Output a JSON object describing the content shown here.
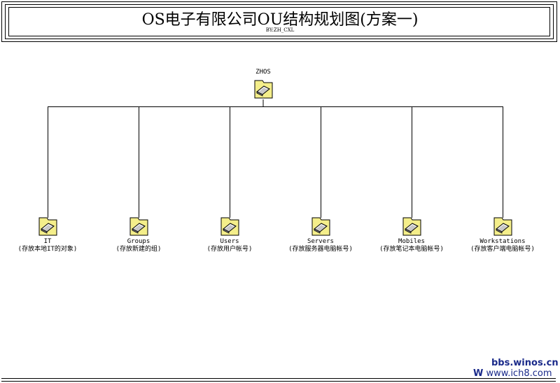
{
  "header": {
    "title": "OS电子有限公司OU结构规划图(方案一)",
    "byline": "BY:ZH_CXL"
  },
  "root": {
    "name": "ZHOS"
  },
  "children": [
    {
      "name": "IT",
      "desc": "(存放本地IT的对象)"
    },
    {
      "name": "Groups",
      "desc": "(存放新建的组)"
    },
    {
      "name": "Users",
      "desc": "(存放用户帐号)"
    },
    {
      "name": "Servers",
      "desc": "(存放服务器电脑帐号)"
    },
    {
      "name": "Mobiles",
      "desc": "(存放笔记本电脑帐号)"
    },
    {
      "name": "Workstations",
      "desc": "(存放客户端电脑帐号)"
    }
  ],
  "watermark": {
    "line1": "bbs.winos.cn",
    "line2_prefix": "W",
    "line2": "www.ich8.com"
  },
  "colors": {
    "folder_fill": "#f4ee8a",
    "folder_stroke": "#000000",
    "watermark": "#1a2a8a"
  }
}
